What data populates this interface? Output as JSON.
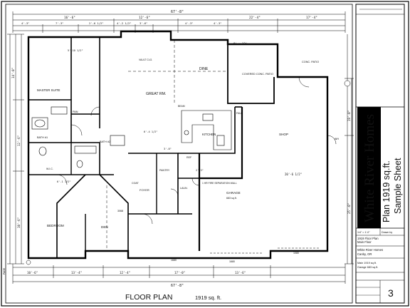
{
  "sheet": {
    "title": "FLOOR PLAN",
    "area": "1919 sq. ft.",
    "sheet_number": "3",
    "page_label": "PAGE"
  },
  "title_block": {
    "company": "White River Homes",
    "plan_line": "Plan 1919 sq.ft.",
    "sample": "Sample Sheet",
    "row1_left": "1/4\" = 1'-0\"",
    "row1_right": "Drawn by",
    "plan_name": "1919 Floor Plan",
    "plan_sub": "Main Floor",
    "addr1": "White River Homes",
    "addr2": "Canby, OR",
    "note1": "Main 1919 sq.ft.",
    "note2": "Garage 683 sq.ft."
  },
  "dims": {
    "overall_top": "67'-8\"",
    "top_a": "16'-6\"",
    "top_b": "12'-6\"",
    "top_c": "22'-4\"",
    "top_d": "17'-4\"",
    "seg1": "4'-3\"",
    "seg2": "7'-3\"",
    "seg3": "2'-6 1/2\"",
    "seg4": "4'-2 1/2\"",
    "seg5": "3'-6\"",
    "seg6": "4'-3\"",
    "seg7": "4'-3\"",
    "overall_bottom": "67'-8\"",
    "bot_a": "10'-6\"",
    "bot_b": "13'-4\"",
    "bot_c": "12'-4\"",
    "bot_d": "17'-0\"",
    "bot_e": "13'-6\"",
    "left_a": "14'-0\"",
    "left_b": "12'-6\"",
    "left_c": "10'-6\"",
    "right_a": "19'-0\"",
    "right_b": "25'-0\"",
    "patio_w": "8' x 12'",
    "gar_w": "20'-6 1/2\"",
    "mid_a": "6'-4 1/2\"",
    "mid_b": "6'-1 1/2\"",
    "mid_c": "2'-3\"",
    "mid_d": "3'-8\"",
    "mid_e": "5'-10 1/2\""
  },
  "rooms": {
    "great": "GREAT RM.",
    "dine": "DINE",
    "covered_patio": "COVERED CONC. PATIO",
    "conc_patio": "CONC. PATIO",
    "master": "MASTER SUITE",
    "kitchen": "KITCHEN",
    "pan": "PAN",
    "bath1": "BATH #1",
    "bath2": "BATH #2",
    "wic": "W.I.C.",
    "laundry": "LAUN.",
    "pantry": "PANTRY",
    "coat": "COAT",
    "foyer": "FOYER",
    "den": "DEN",
    "bedroom": "BEDROOM",
    "shop": "SHOP",
    "garage": "GARAGE",
    "garage_area": "683 sq.ft.",
    "fire_wall": "1 HR FIRE SEPARATION WALL",
    "vault": "VAULT CLG.",
    "beam": "BEAM",
    "fau": "FAU",
    "ref": "REF",
    "wh": "WH"
  },
  "doors": {
    "garage_door_a": "1680",
    "garage_door_b": "1680",
    "shop_door": "1080",
    "front_door": "3068"
  }
}
